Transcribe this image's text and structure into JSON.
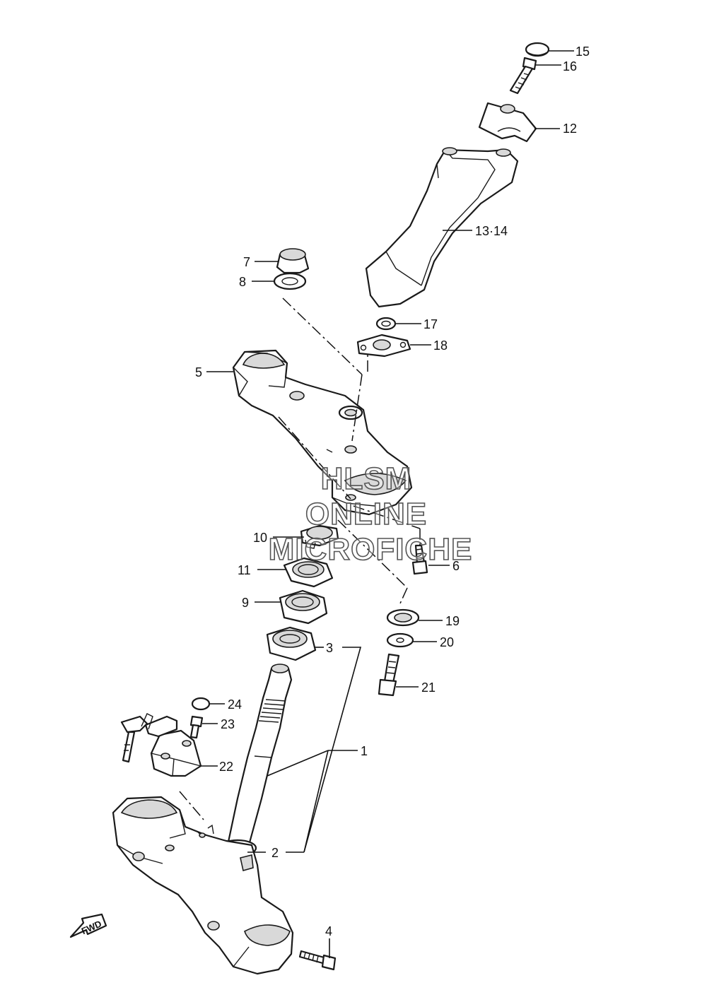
{
  "watermark": {
    "line1": "HLSM",
    "line2": "ONLINE",
    "line3": "MICROFICHE"
  },
  "direction_label": "FWD",
  "callouts": [
    {
      "id": "c15",
      "label": "15"
    },
    {
      "id": "c16",
      "label": "16"
    },
    {
      "id": "c12",
      "label": "12"
    },
    {
      "id": "c1314",
      "label": "13·14"
    },
    {
      "id": "c7",
      "label": "7"
    },
    {
      "id": "c8",
      "label": "8"
    },
    {
      "id": "c17",
      "label": "17"
    },
    {
      "id": "c18",
      "label": "18"
    },
    {
      "id": "c5",
      "label": "5"
    },
    {
      "id": "c10",
      "label": "10"
    },
    {
      "id": "c6",
      "label": "6"
    },
    {
      "id": "c11",
      "label": "11"
    },
    {
      "id": "c9",
      "label": "9"
    },
    {
      "id": "c19",
      "label": "19"
    },
    {
      "id": "c3",
      "label": "3"
    },
    {
      "id": "c20",
      "label": "20"
    },
    {
      "id": "c21",
      "label": "21"
    },
    {
      "id": "c24",
      "label": "24"
    },
    {
      "id": "c23",
      "label": "23"
    },
    {
      "id": "c1",
      "label": "1"
    },
    {
      "id": "c22",
      "label": "22"
    },
    {
      "id": "c2",
      "label": "2"
    },
    {
      "id": "c4",
      "label": "4"
    }
  ]
}
